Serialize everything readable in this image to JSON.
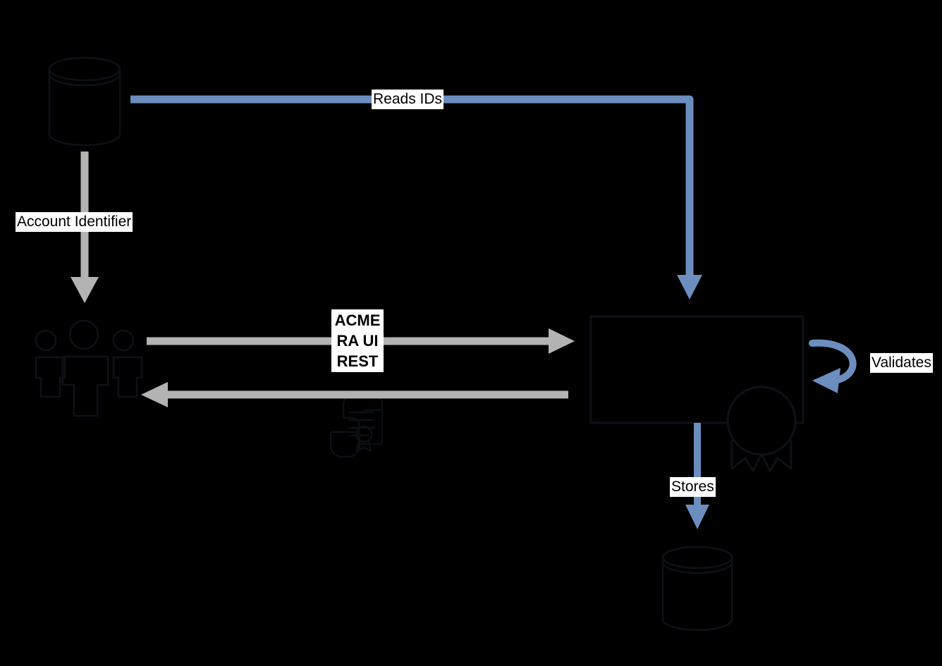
{
  "diagram": {
    "background_color": "#000000",
    "stroke_dark": "#0d1117",
    "accent_blue": "#6c8ebf",
    "gray_arrow": "#b3b3b3",
    "label_bg": "#ffffff",
    "label_fg": "#000000",
    "nodes": [
      {
        "id": "source-database",
        "icon": "database-cylinder-icon",
        "label": ""
      },
      {
        "id": "users-actor",
        "icon": "users-group-icon",
        "label": ""
      },
      {
        "id": "acme-ra-service",
        "icon": "certificate-award-icon",
        "label": ""
      },
      {
        "id": "certificate-document",
        "icon": "certificate-scroll-icon",
        "label": ""
      },
      {
        "id": "storage-database",
        "icon": "database-cylinder-icon",
        "label": ""
      }
    ],
    "edges": [
      {
        "id": "reads-ids",
        "label": "Reads IDs",
        "color": "#6c8ebf",
        "from": "source-database",
        "to": "acme-ra-service"
      },
      {
        "id": "account-identifier",
        "label": "Account Identifier",
        "color": "#b3b3b3",
        "from": "source-database",
        "to": "users-actor"
      },
      {
        "id": "acme-ra-ui-rest",
        "label": "ACME\nRA UI\nREST",
        "label_lines": [
          "ACME",
          "RA UI",
          "REST"
        ],
        "color": "#b3b3b3",
        "from": "users-actor",
        "to": "acme-ra-service"
      },
      {
        "id": "response",
        "label": "",
        "color": "#b3b3b3",
        "from": "acme-ra-service",
        "to": "users-actor"
      },
      {
        "id": "validates",
        "label": "Validates",
        "color": "#6c8ebf",
        "from": "acme-ra-service",
        "to": "acme-ra-service"
      },
      {
        "id": "stores",
        "label": "Stores",
        "color": "#6c8ebf",
        "from": "acme-ra-service",
        "to": "storage-database"
      }
    ]
  }
}
